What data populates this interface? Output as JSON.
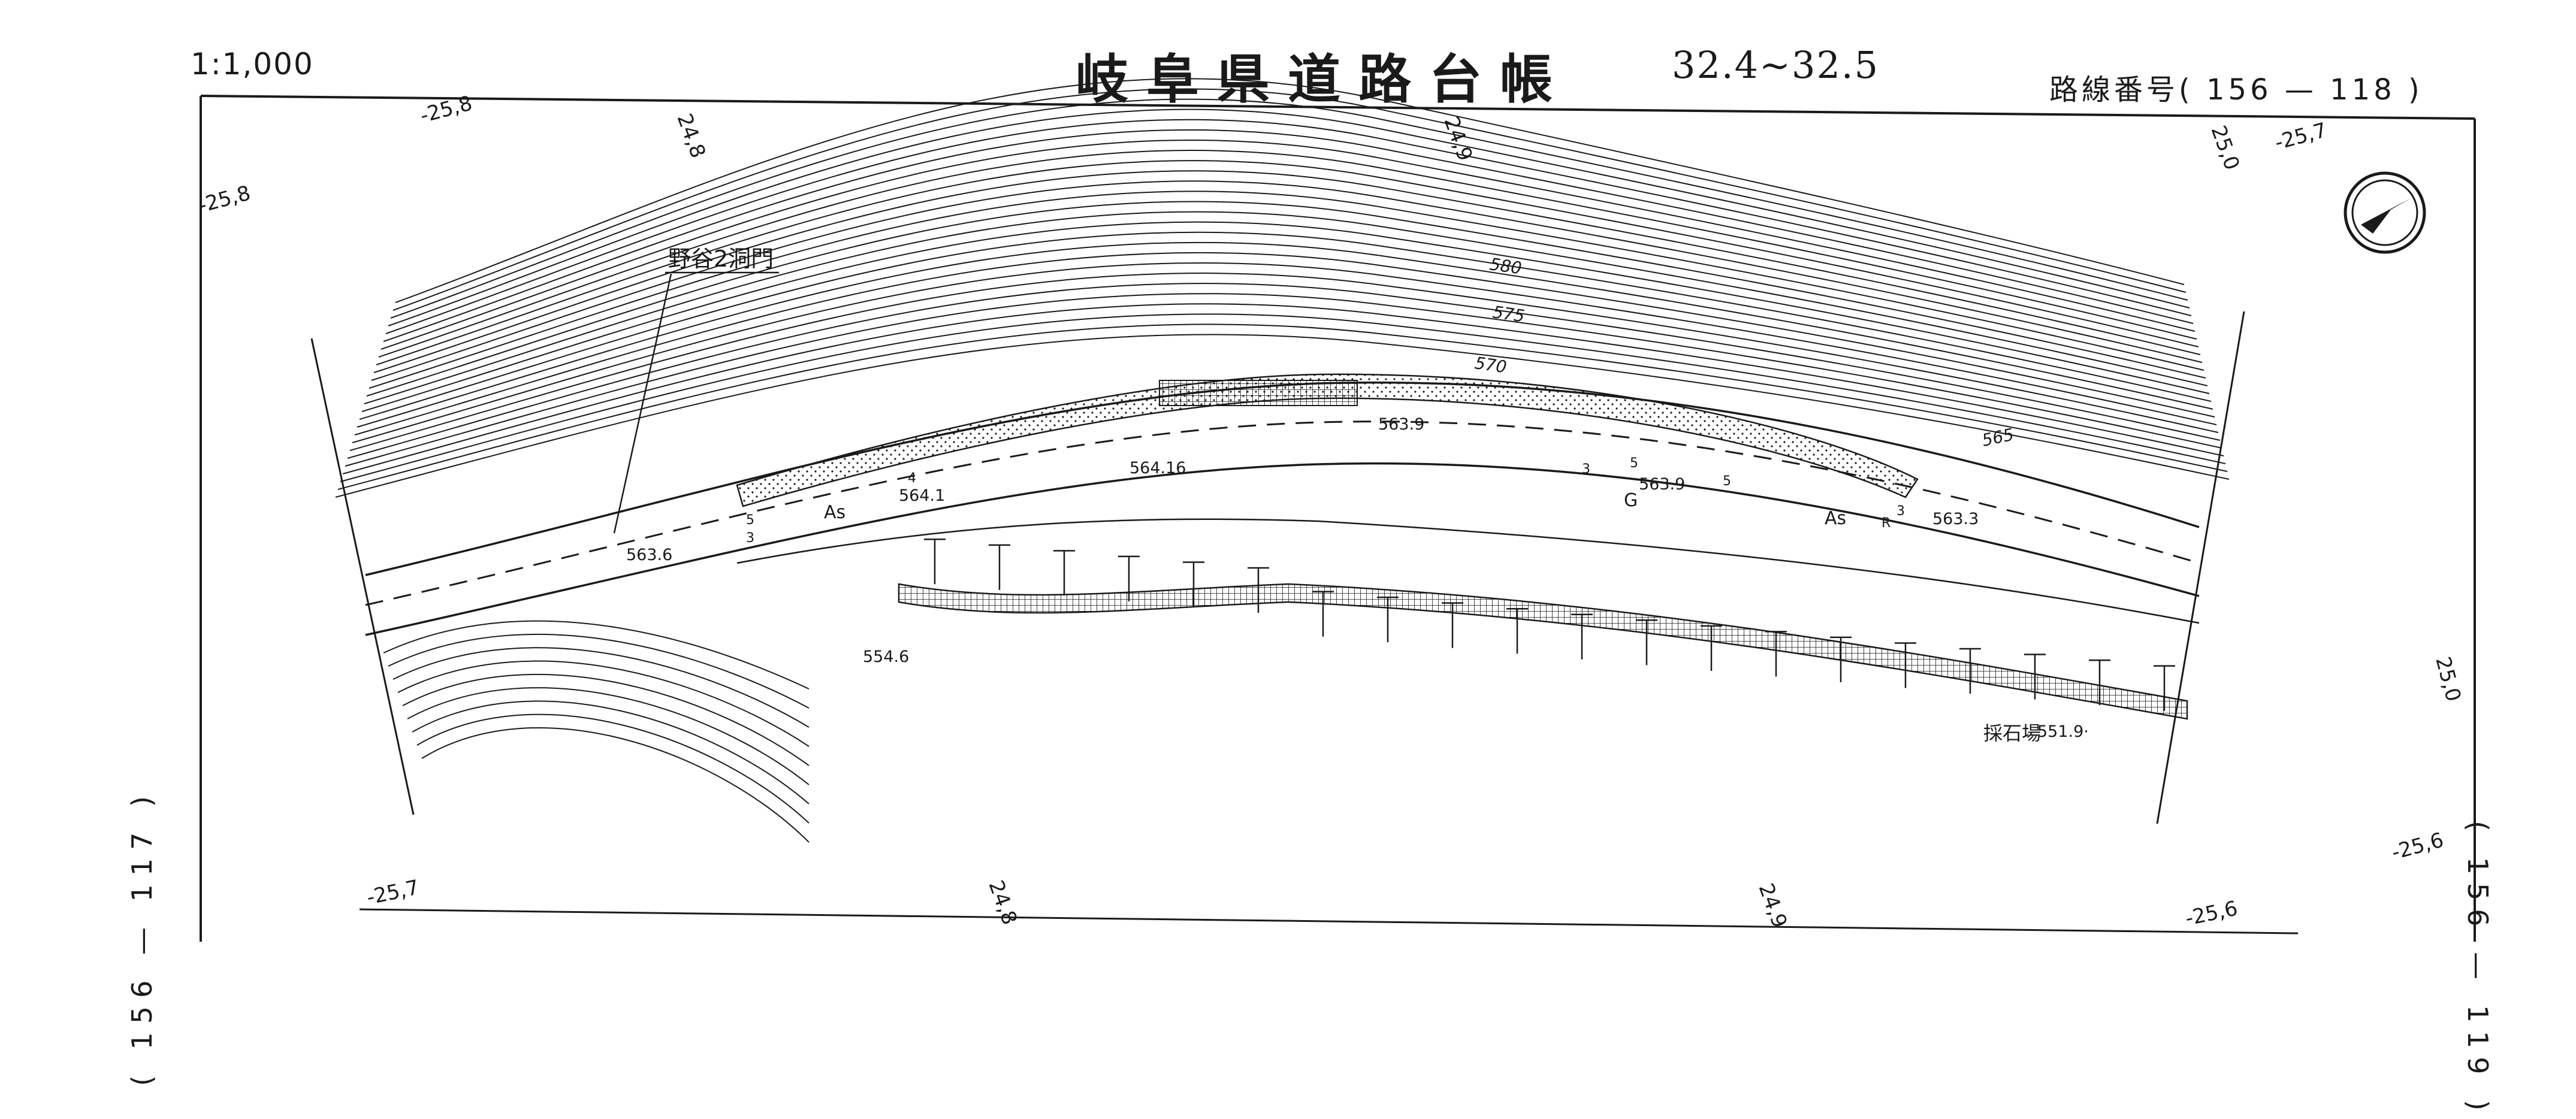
{
  "header": {
    "scale": "1:1,000",
    "title": "岐阜県道路台帳",
    "km_range": "32.4~32.5",
    "route_number": "路線番号( 156 — 118 )"
  },
  "adjacent_sheets": {
    "previous": "( 156 — 117 )",
    "next": "( 156 — 119 )"
  },
  "structure_label": "野谷2洞門",
  "contour_labels": [
    "580",
    "575",
    "570",
    "565"
  ],
  "elevation_labels": [
    "563.9",
    "564.1",
    "564.16",
    "563.6",
    "563.9",
    "563.3",
    "554.6",
    "551.9·"
  ],
  "place_labels": [
    "採石場"
  ],
  "road_symbols": [
    "As",
    "As",
    "G",
    "R",
    "4",
    "5",
    "3",
    "5",
    "3",
    "5",
    "3"
  ],
  "grid_labels": {
    "top": [
      "-25,8",
      "24,8",
      "24,9",
      "25,0",
      "-25,7"
    ],
    "left": [
      "-25,8"
    ],
    "right": [
      "25,0",
      "-25,6"
    ],
    "bottom": [
      "-25,7",
      "24,8",
      "24,9",
      "-25,6"
    ]
  },
  "north_arrow": "north-arrow-icon",
  "colors": {
    "ink": "#1a1a1a",
    "paper": "#ffffff"
  }
}
